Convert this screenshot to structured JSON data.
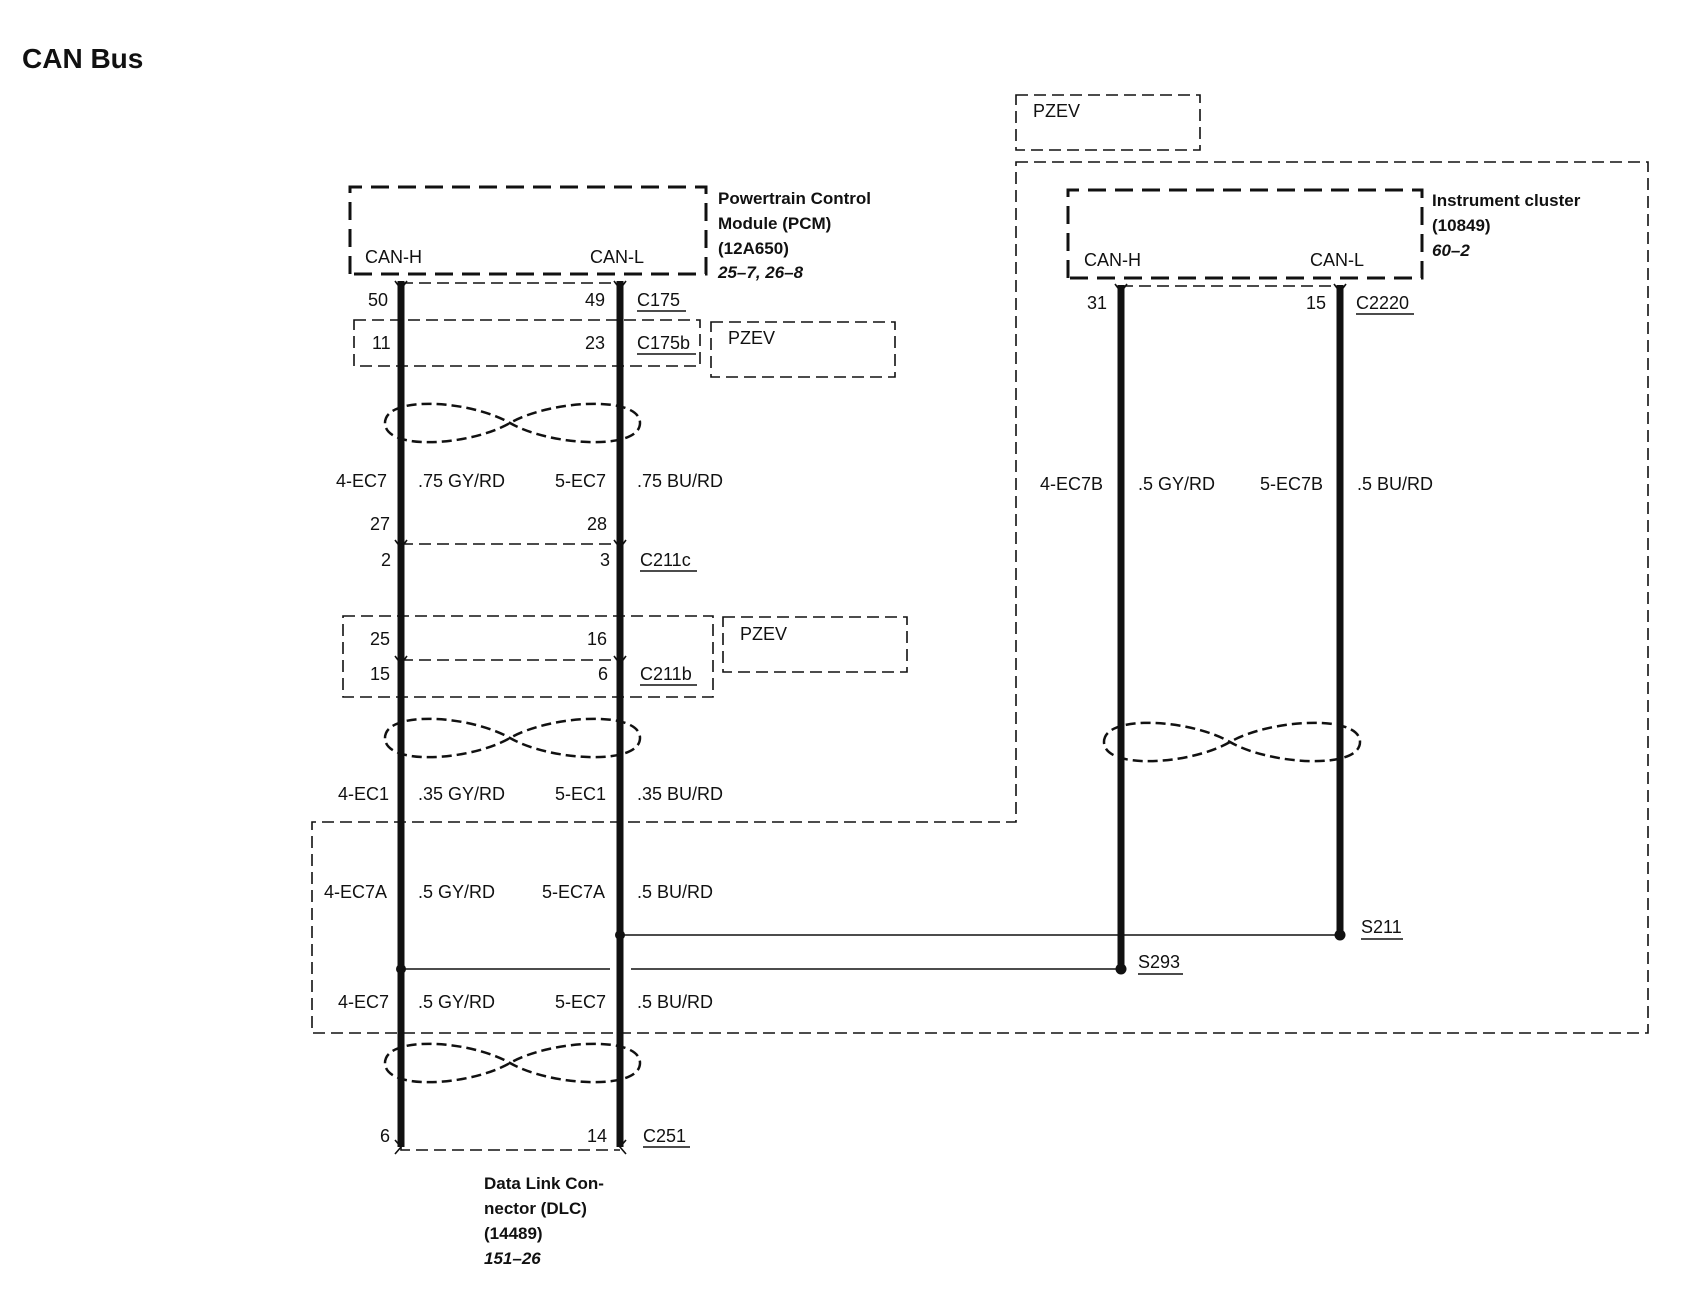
{
  "title": "CAN Bus",
  "pcm": {
    "name_lines": [
      "Powertrain Control",
      "Module (PCM)",
      "(12A650)"
    ],
    "ref": "25–7, 26–8",
    "can_h": "CAN-H",
    "can_l": "CAN-L"
  },
  "cluster": {
    "name_lines": [
      "Instrument cluster",
      "(10849)"
    ],
    "ref": "60–2",
    "can_h": "CAN-H",
    "can_l": "CAN-L"
  },
  "dlc": {
    "name_lines": [
      "Data Link Con-",
      "nector (DLC)",
      "(14489)"
    ],
    "ref": "151–26"
  },
  "pzev_labels": [
    "PZEV",
    "PZEV",
    "PZEV"
  ],
  "connectors": {
    "c175": {
      "name": "C175",
      "pin_h": "50",
      "pin_l": "49"
    },
    "c175b": {
      "name": "C175b",
      "pin_h": "11",
      "pin_l": "23"
    },
    "c211c": {
      "name": "C211c",
      "pin_h_in": "27",
      "pin_l_in": "28",
      "pin_h_out": "2",
      "pin_l_out": "3"
    },
    "c211b": {
      "name": "C211b",
      "pin_h_in": "25",
      "pin_l_in": "16",
      "pin_h_out": "15",
      "pin_l_out": "6"
    },
    "c251": {
      "name": "C251",
      "pin_h": "6",
      "pin_l": "14"
    },
    "c2220": {
      "name": "C2220",
      "pin_h": "31",
      "pin_l": "15"
    }
  },
  "wires": {
    "seg1_h": {
      "circuit": "4-EC7",
      "spec": ".75 GY/RD"
    },
    "seg1_l": {
      "circuit": "5-EC7",
      "spec": ".75 BU/RD"
    },
    "seg2_h": {
      "circuit": "4-EC1",
      "spec": ".35 GY/RD"
    },
    "seg2_l": {
      "circuit": "5-EC1",
      "spec": ".35 BU/RD"
    },
    "seg3_h": {
      "circuit": "4-EC7A",
      "spec": ".5 GY/RD"
    },
    "seg3_l": {
      "circuit": "5-EC7A",
      "spec": ".5 BU/RD"
    },
    "seg4_h": {
      "circuit": "4-EC7",
      "spec": ".5 GY/RD"
    },
    "seg4_l": {
      "circuit": "5-EC7",
      "spec": ".5 BU/RD"
    },
    "cl_h": {
      "circuit": "4-EC7B",
      "spec": ".5 GY/RD"
    },
    "cl_l": {
      "circuit": "5-EC7B",
      "spec": ".5 BU/RD"
    }
  },
  "splices": {
    "s211": "S211",
    "s293": "S293"
  }
}
